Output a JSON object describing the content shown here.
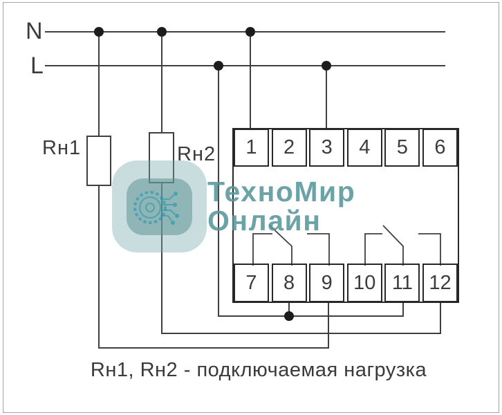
{
  "diagram": {
    "type": "relay-wiring-diagram",
    "bus": {
      "neutral_label": "N",
      "line_label": "L"
    },
    "loads": [
      {
        "label": "Rн1"
      },
      {
        "label": "Rн2"
      }
    ],
    "device": {
      "top_terminals": [
        "1",
        "2",
        "3",
        "4",
        "5",
        "6"
      ],
      "bottom_terminals": [
        "7",
        "8",
        "9",
        "10",
        "11",
        "12"
      ],
      "contacts": "two changeover relay contacts between terminal rows"
    },
    "connections": [
      "N — Rн1 — terminal 9",
      "N — Rн2 — terminal 12",
      "N — terminal 1",
      "L — terminal 3",
      "L — terminals 8 and 11 (junction dot under terminal 8)"
    ],
    "caption": "Rн1, Rн2 - подключаемая нагрузка"
  },
  "watermark": {
    "line1": "ТехноМир",
    "line2": "Онлайн",
    "icon": "gear-circuit-icon",
    "text_color": "#5a969b"
  },
  "colors": {
    "wire": "#3f3f3f",
    "device_border": "#272727",
    "dot": "#1c1c1c",
    "frame_border": "#a2a2a2",
    "watermark_teal": "#5a969b",
    "background": "#ffffff"
  }
}
